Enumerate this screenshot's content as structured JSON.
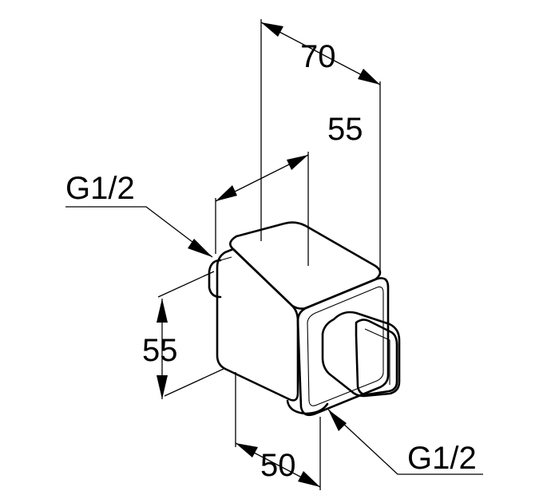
{
  "dimensions": {
    "overall_depth": "70",
    "body_depth": "55",
    "body_height": "55",
    "body_width": "50"
  },
  "threads": {
    "side_inlet": "G1/2",
    "bottom_inlet": "G1/2"
  },
  "colors": {
    "line": "#000000",
    "background": "#ffffff"
  }
}
